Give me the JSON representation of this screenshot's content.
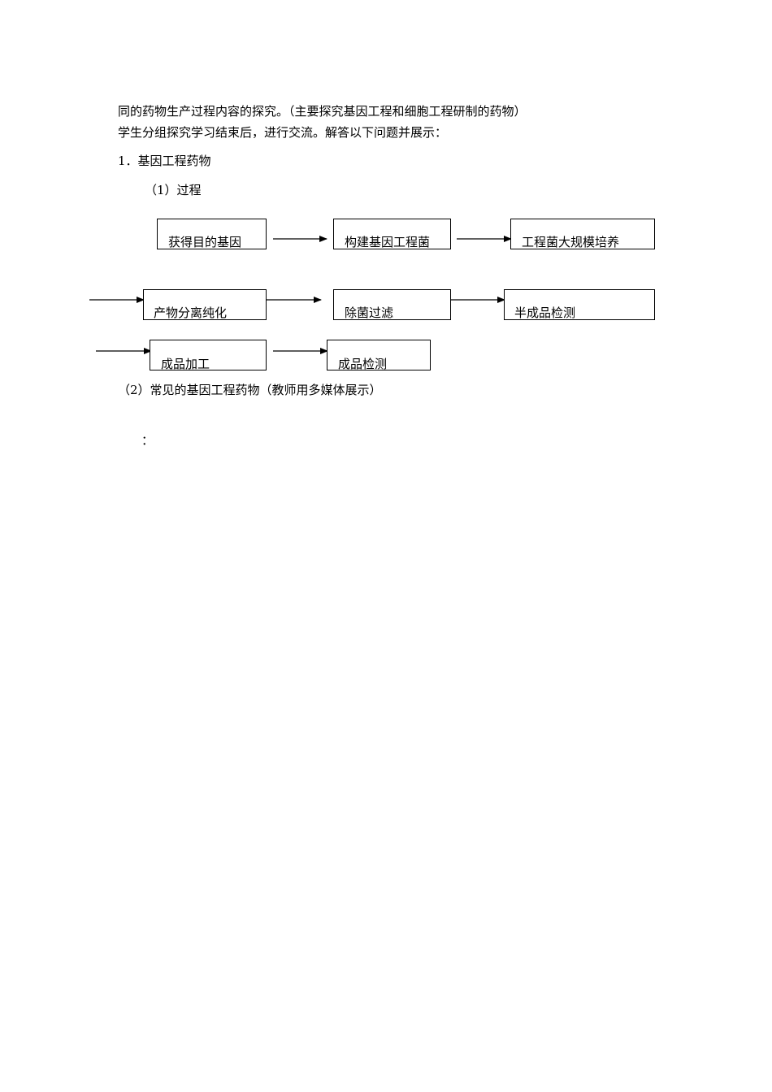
{
  "paragraphs": {
    "line1": "同的药物生产过程内容的探究。（主要探究基因工程和细胞工程研制的药物）",
    "line2": "学生分组探究学习结束后，进行交流。解答以下问题并展示：",
    "section1": "1．基因工程药物",
    "sub1": "（1）过程",
    "sub2": "（2）常见的基因工程药物（教师用多媒体展示）",
    "colon": "："
  },
  "flow": {
    "steps": [
      "获得目的基因",
      "构建基因工程菌",
      "工程菌大规模培养",
      "产物分离纯化",
      "除菌过滤",
      "半成品检测",
      "成品加工",
      "成品检测"
    ]
  }
}
